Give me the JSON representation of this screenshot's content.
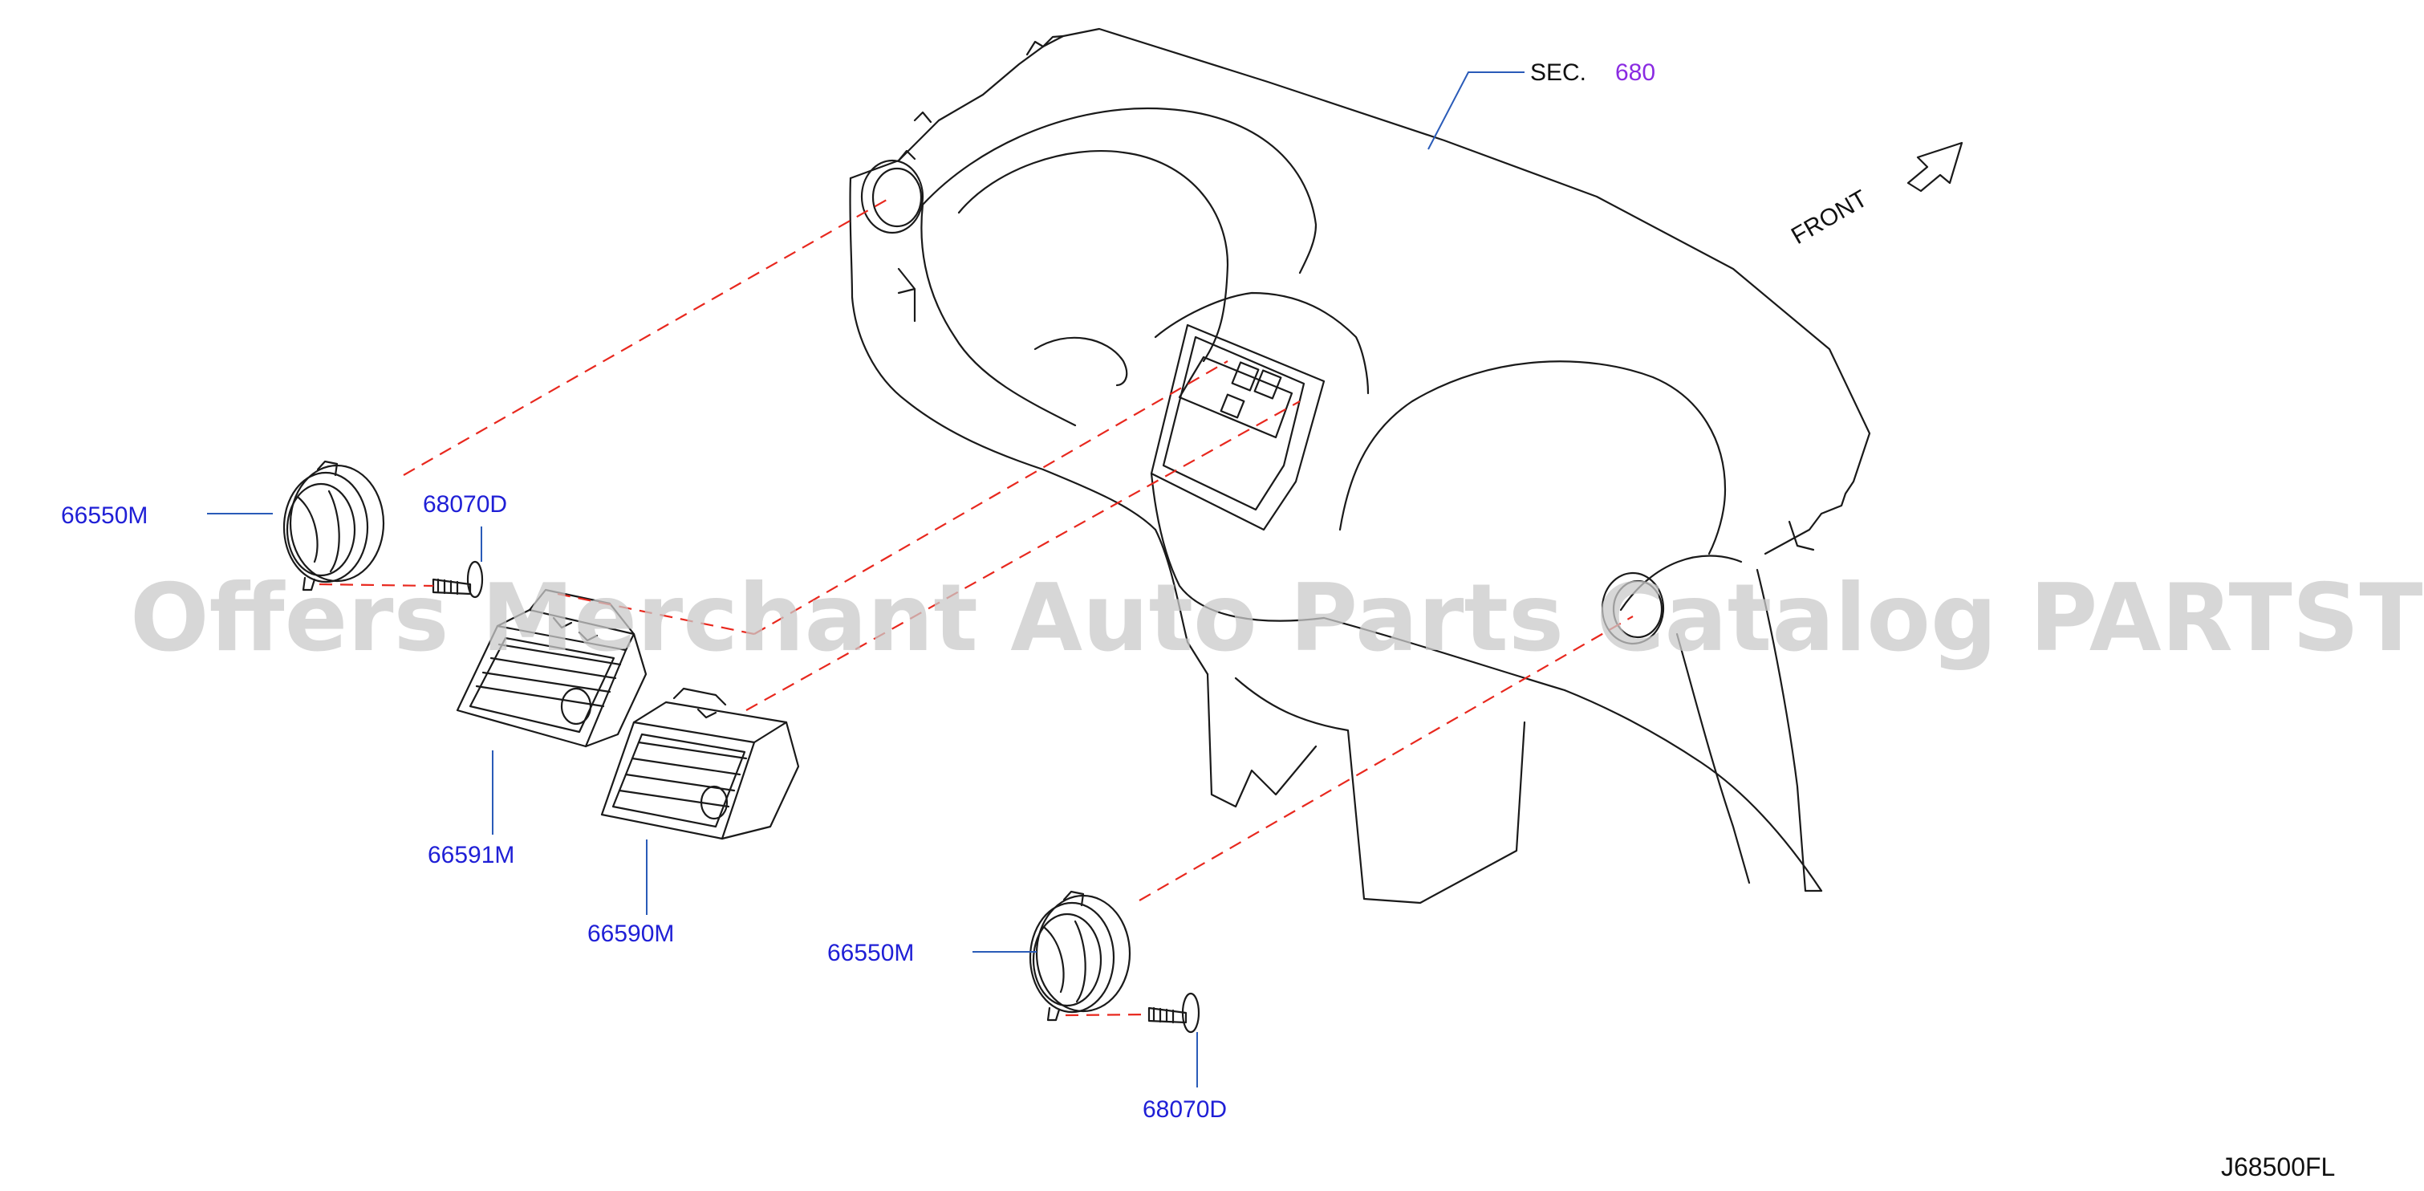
{
  "section_ref": {
    "prefix": "SEC.",
    "number": "680"
  },
  "front_label": "FRONT",
  "parts": {
    "vent_side_left": "66550M",
    "screw_upper": "68070D",
    "vent_center_left": "66591M",
    "vent_center_right": "66590M",
    "vent_side_right": "66550M",
    "screw_lower": "68070D"
  },
  "diagram_code": "J68500FL",
  "watermark": "Offers Merchant Auto Parts Catalog PARTSTORE.SA",
  "colors": {
    "part_label": "#1f1fd6",
    "section_link": "#8a2be2",
    "leader_line": "#2a5bb8",
    "dashed_guide": "#e8281e",
    "line_art": "#1a1a1a"
  }
}
